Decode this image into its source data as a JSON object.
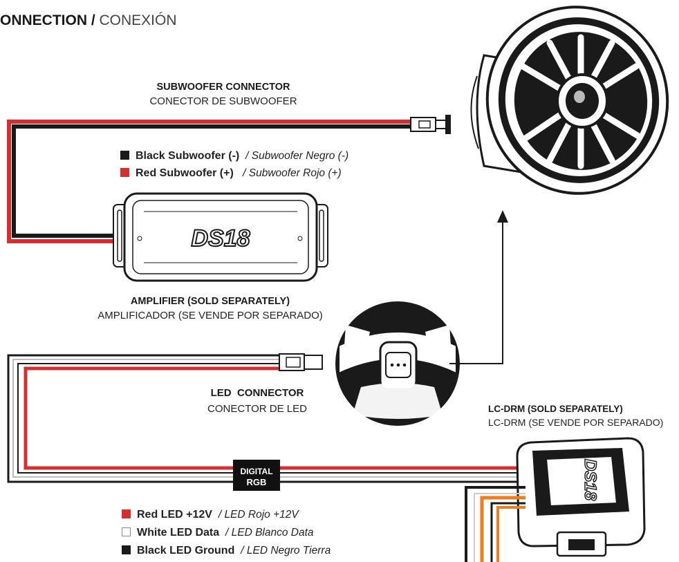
{
  "title": {
    "bold": "ONNECTION /",
    "light": " CONEXIÓN"
  },
  "subwoofer_connector": {
    "line1": "SUBWOOFER CONNECTOR",
    "line2": "CONECTOR DE SUBWOOFER"
  },
  "sub_legend": [
    {
      "label": "Black Subwoofer (-)",
      "translation": "/ Subwoofer Negro (-)",
      "color": "#1a1a1a"
    },
    {
      "label": "Red Subwoofer (+)",
      "translation": "/ Subwoofer Rojo (+)",
      "color": "#d32f2f"
    }
  ],
  "amplifier": {
    "line1": "AMPLIFIER (SOLD SEPARATELY)",
    "line2": "AMPLIFICADOR (SE VENDE POR SEPARADO)",
    "logo": "DS18"
  },
  "led_connector": {
    "line1": "LED  CONNECTOR",
    "line2": "CONECTOR DE LED"
  },
  "lcdrm": {
    "line1": "LC-DRM (SOLD SEPARATELY)",
    "line2": "LC-DRM (SE VENDE POR SEPARADO)",
    "logo": "DS18"
  },
  "badge": {
    "line1": "DIGITAL",
    "line2": "RGB"
  },
  "led_legend": [
    {
      "label": "Red LED +12V",
      "translation": "/ LED Rojo +12V",
      "color": "#d32f2f"
    },
    {
      "label": "White LED Data",
      "translation": "/ LED Blanco Data",
      "color": "#ffffff"
    },
    {
      "label": "Black LED Ground",
      "translation": "/ LED Negro Tierra",
      "color": "#1a1a1a"
    }
  ],
  "colors": {
    "red_wire": "#d32f2f",
    "black_wire": "#1a1a1a",
    "orange_wire": "#ee7d1e"
  }
}
